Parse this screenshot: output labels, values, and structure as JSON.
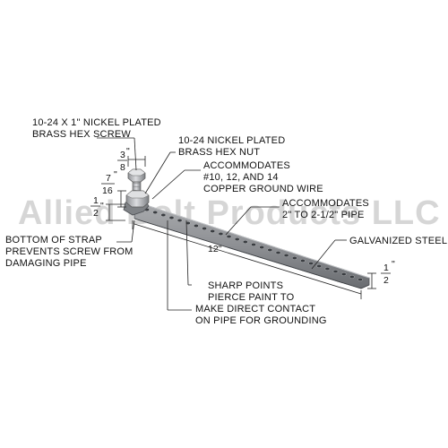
{
  "watermark": "Allied Bolt Products LLC",
  "colors": {
    "strap": "#8d8f93",
    "strap_dark": "#5d6064",
    "hardware": "#b8babd",
    "text": "#111111",
    "watermark": "#d0d0d0"
  },
  "callouts": {
    "screw": [
      "10-24 X 1\" NICKEL PLATED",
      "BRASS HEX SCREW"
    ],
    "nut": [
      "10-24 NICKEL PLATED",
      "BRASS HEX NUT"
    ],
    "wire": [
      "ACCOMMODATES",
      "#10, 12, AND 14",
      "COPPER GROUND WIRE"
    ],
    "pipe": [
      "ACCOMMODATES",
      "2\" TO 2-1/2\" PIPE"
    ],
    "material": [
      "GALVANIZED STEEL"
    ],
    "bottom": [
      "BOTTOM OF STRAP",
      "PREVENTS SCREW FROM",
      "DAMAGING PIPE"
    ],
    "points": [
      "SHARP POINTS",
      "PIERCE PAINT TO",
      "MAKE DIRECT CONTACT",
      "ON PIPE FOR GROUNDING"
    ]
  },
  "dimensions": {
    "three_eighths": {
      "num": "3",
      "den": "8",
      "unit": "\""
    },
    "seven_sixteenths": {
      "num": "7",
      "den": "16",
      "unit": "\""
    },
    "half_left": {
      "num": "1",
      "den": "2",
      "unit": "\""
    },
    "half_right": {
      "num": "1",
      "den": "2",
      "unit": "\""
    },
    "length": "12\""
  }
}
